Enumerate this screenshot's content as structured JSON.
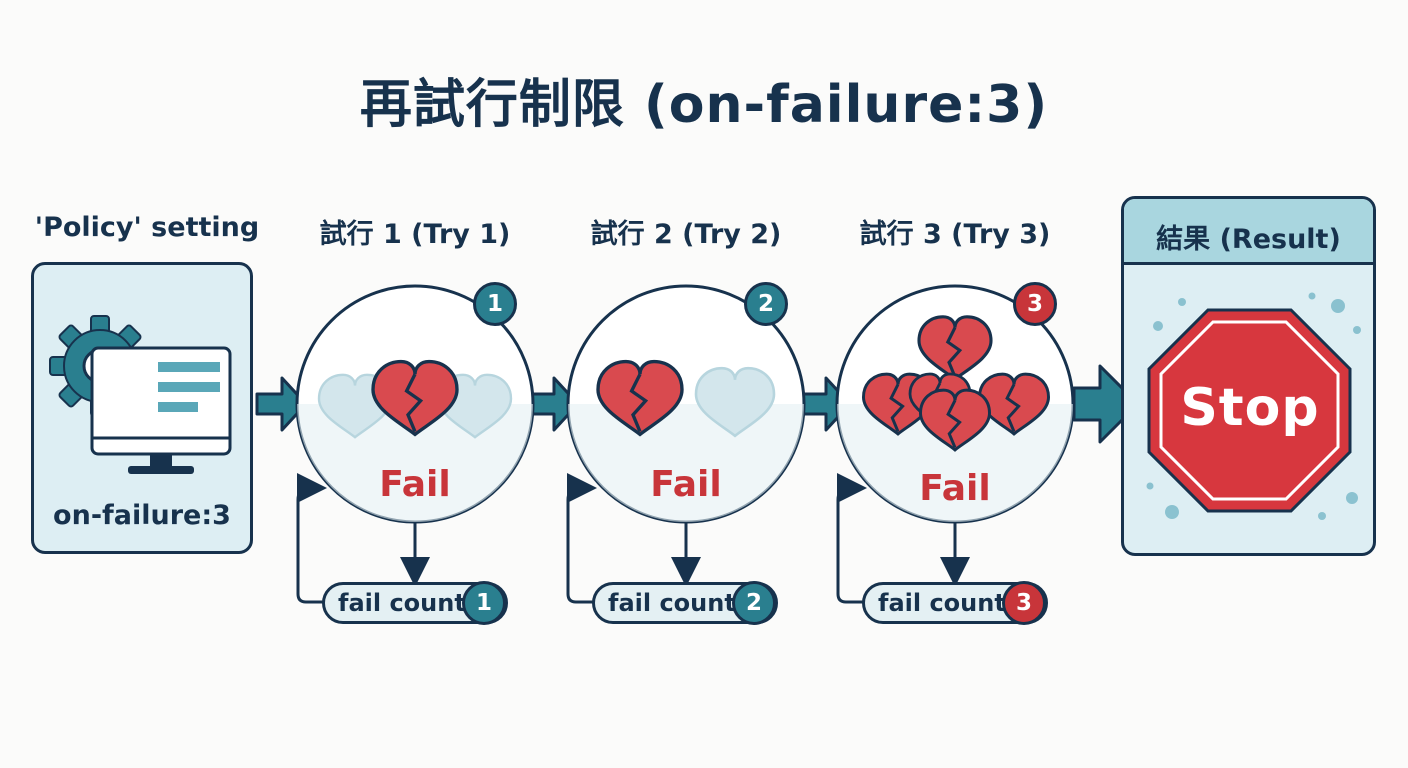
{
  "title": "再試行制限 (on-failure:3)",
  "policy": {
    "heading": "'Policy' setting",
    "value": "on-failure:3",
    "icons": [
      "gear-icon",
      "monitor-icon"
    ]
  },
  "attempts": [
    {
      "heading": "試行 1 (Try 1)",
      "badge": "1",
      "status": "Fail",
      "counter_label": "fail count",
      "counter_value": "1",
      "broken_hearts": 1,
      "pale_hearts": 2,
      "badge_color": "#2a7f8f"
    },
    {
      "heading": "試行 2 (Try 2)",
      "badge": "2",
      "status": "Fail",
      "counter_label": "fail count",
      "counter_value": "2",
      "broken_hearts": 1,
      "pale_hearts": 1,
      "badge_color": "#2a7f8f"
    },
    {
      "heading": "試行 3 (Try 3)",
      "badge": "3",
      "status": "Fail",
      "counter_label": "fail count",
      "counter_value": "3",
      "broken_hearts": 5,
      "pale_hearts": 0,
      "badge_color": "#c8353a"
    }
  ],
  "result": {
    "heading": "結果 (Result)",
    "sign_text": "Stop",
    "sign_icon": "stop-sign-icon"
  },
  "colors": {
    "navy": "#17324d",
    "teal": "#2a7f8f",
    "red": "#c8353a",
    "pale_blue": "#ddeef3"
  }
}
